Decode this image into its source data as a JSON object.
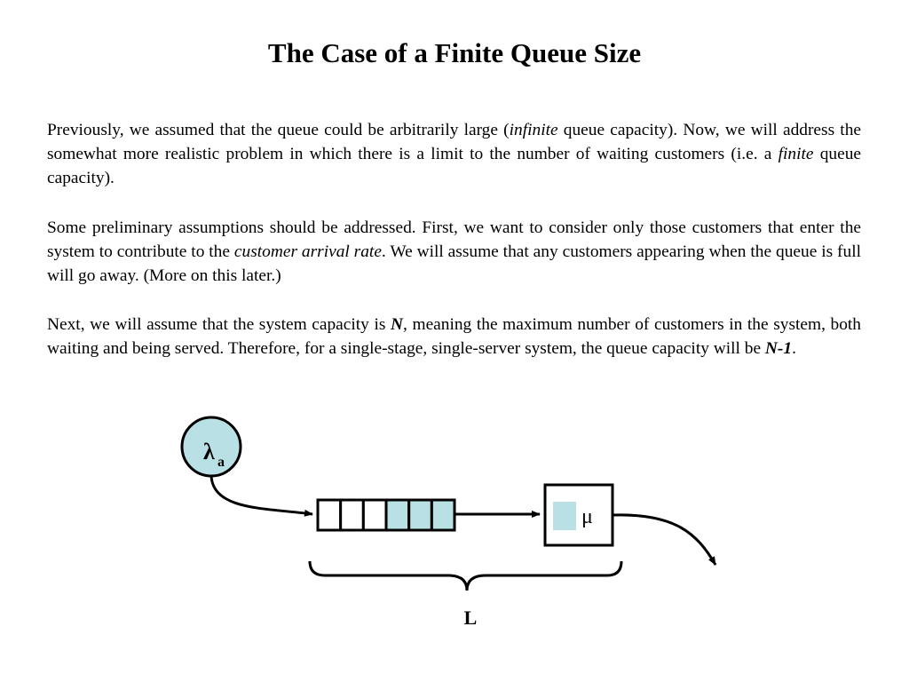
{
  "slide": {
    "title": "The Case of a Finite Queue Size",
    "p1": {
      "a": "Previously, we assumed that the queue could be arbitrarily large (",
      "em1": "infinite",
      "b": " queue capacity). Now, we will address the somewhat more realistic problem in which there is a limit to the number of waiting customers (i.e. a ",
      "em2": "finite",
      "c": " queue capacity)."
    },
    "p2": {
      "a": "Some preliminary assumptions should be addressed. First, we want to consider only those customers that enter the system to contribute to the ",
      "em1": "customer arrival rate",
      "b": ". We will assume that any customers appearing when the queue is full will go away. (More on this later.)"
    },
    "p3": {
      "a": "Next, we will assume that the system capacity is ",
      "strong1": "N",
      "b": ", meaning the maximum number of customers in the system, both waiting and being served. Therefore, for a single-stage, single-server system, the queue capacity will be ",
      "strong2": "N-1",
      "c": "."
    }
  },
  "diagram": {
    "arrival_symbol": "λ",
    "arrival_subscript": "a",
    "service_symbol": "μ",
    "brace_label": "L",
    "queue_slots_total": 6,
    "queue_slots_filled": 3,
    "colors": {
      "fill": "#b9e0e4",
      "stroke": "#000000"
    }
  }
}
